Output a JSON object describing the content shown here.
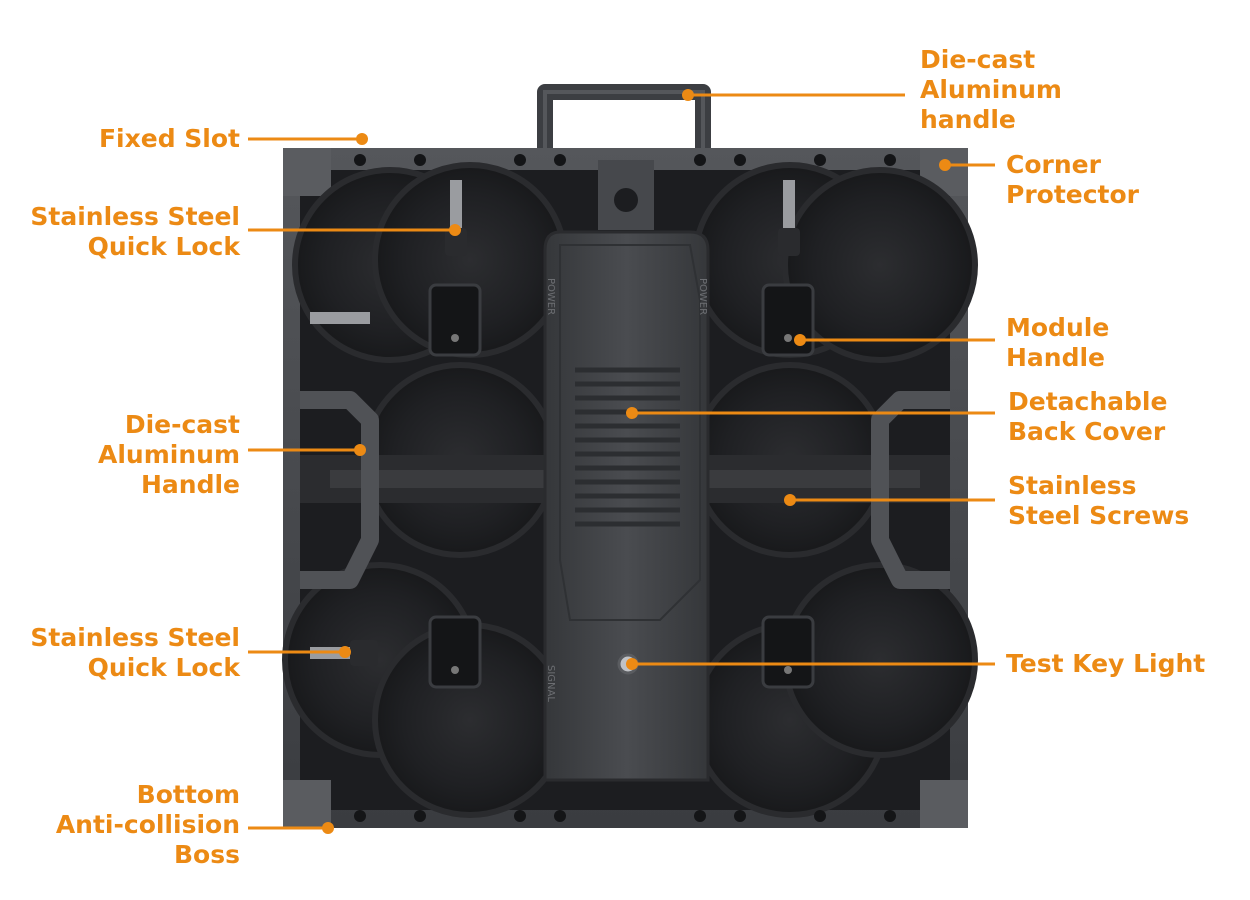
{
  "colors": {
    "accent": "#EC8A14",
    "cabinet_dark": "#1e1f22",
    "cabinet_frame": "#46484c",
    "cover": "#3f4145"
  },
  "callouts": [
    {
      "id": "fixed-slot",
      "lines": [
        "Fixed Slot"
      ]
    },
    {
      "id": "stainless-steel-quick-lock-top",
      "lines": [
        "Stainless Steel",
        "Quick Lock"
      ]
    },
    {
      "id": "die-cast-aluminum-handle-left",
      "lines": [
        "Die-cast",
        "Aluminum",
        "Handle"
      ]
    },
    {
      "id": "stainless-steel-quick-lock-bottom",
      "lines": [
        "Stainless Steel",
        "Quick Lock"
      ]
    },
    {
      "id": "bottom-anti-collision-boss",
      "lines": [
        "Bottom",
        "Anti-collision",
        "Boss"
      ]
    },
    {
      "id": "die-cast-aluminum-handle-top",
      "lines": [
        "Die-cast",
        "Aluminum",
        "handle"
      ]
    },
    {
      "id": "corner-protector",
      "lines": [
        "Corner",
        "Protector"
      ]
    },
    {
      "id": "module-handle",
      "lines": [
        "Module",
        "Handle"
      ]
    },
    {
      "id": "detachable-back-cover",
      "lines": [
        "Detachable",
        "Back Cover"
      ]
    },
    {
      "id": "stainless-steel-screws",
      "lines": [
        "Stainless",
        "Steel Screws"
      ]
    },
    {
      "id": "test-key-light",
      "lines": [
        "Test Key Light"
      ]
    }
  ],
  "cover_text": {
    "power": "POWER",
    "signal": "SIGNAL"
  }
}
